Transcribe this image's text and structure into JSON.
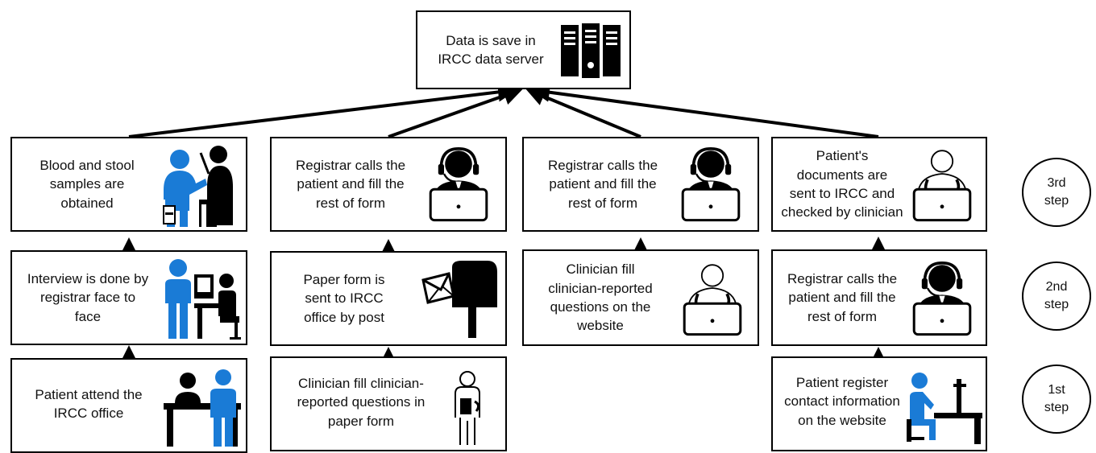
{
  "server": {
    "label": "Data is save in\nIRCC data server",
    "icon": "server-icon"
  },
  "columns": [
    {
      "step1": {
        "label": "Patient attend the\nIRCC office",
        "icon": "reception-desk-icon"
      },
      "step2": {
        "label": "Interview is done by\nregistrar face to\nface",
        "icon": "interview-icon"
      },
      "step3": {
        "label": "Blood and stool\nsamples are\nobtained",
        "icon": "blood-sample-icon"
      }
    },
    {
      "step1": {
        "label": "Clinician fill clinician-\nreported questions in\npaper form",
        "icon": "clinician-clipboard-icon"
      },
      "step2": {
        "label": "Paper form is\nsent to IRCC\noffice by post",
        "icon": "mailbox-icon"
      },
      "step3": {
        "label": "Registrar calls the\npatient and fill the\nrest of form",
        "icon": "call-center-laptop-icon"
      }
    },
    {
      "step2": {
        "label": "Clinician fill\nclinician-reported\nquestions on the\nwebsite",
        "icon": "doctor-laptop-icon"
      },
      "step3": {
        "label": "Registrar calls the\npatient and fill the\nrest of form",
        "icon": "call-center-laptop-icon"
      }
    },
    {
      "step1": {
        "label": "Patient register\ncontact information\non the website",
        "icon": "user-at-computer-icon"
      },
      "step2": {
        "label": "Registrar calls the\npatient and fill the\nrest of form",
        "icon": "call-center-laptop-icon"
      },
      "step3": {
        "label": "Patient's\ndocuments are\nsent to IRCC and\nchecked by clinician",
        "icon": "doctor-laptop-icon"
      }
    }
  ],
  "steps": [
    {
      "label": "3rd\nstep"
    },
    {
      "label": "2nd\nstep"
    },
    {
      "label": "1st\nstep"
    }
  ]
}
